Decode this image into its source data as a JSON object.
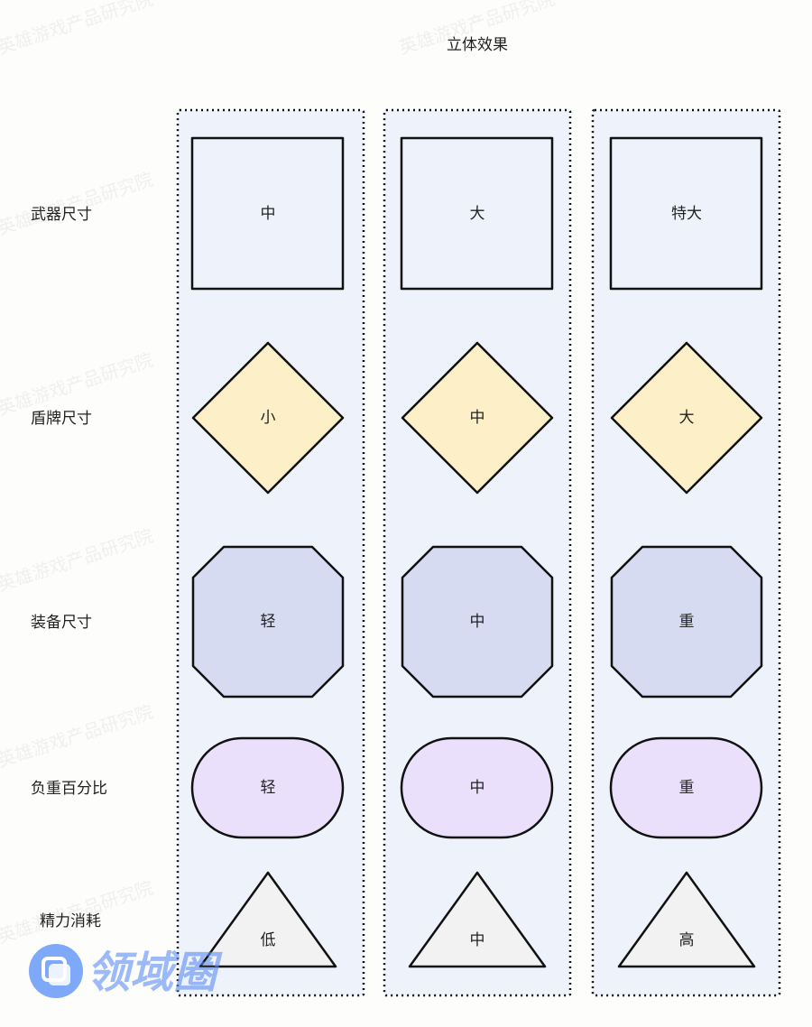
{
  "title": "立体效果",
  "row_labels": [
    "武器尺寸",
    "盾牌尺寸",
    "装备尺寸",
    "负重百分比",
    "精力消耗"
  ],
  "rows": [
    {
      "shape": "square",
      "fill": "#eef2fb",
      "values": [
        "中",
        "大",
        "特大"
      ]
    },
    {
      "shape": "diamond",
      "fill": "#fdf0c8",
      "values": [
        "小",
        "中",
        "大"
      ]
    },
    {
      "shape": "octagon",
      "fill": "#d6dbf2",
      "values": [
        "轻",
        "中",
        "重"
      ]
    },
    {
      "shape": "stadium",
      "fill": "#ebe0fb",
      "values": [
        "轻",
        "中",
        "重"
      ]
    },
    {
      "shape": "triangle",
      "fill": "#f2f2f2",
      "values": [
        "低",
        "中",
        "高"
      ]
    }
  ],
  "column_fill": "#eef2fb",
  "watermark": "英雄游戏产品研究院",
  "logo": {
    "text": "领域圈",
    "color": "#5b8ef5"
  }
}
